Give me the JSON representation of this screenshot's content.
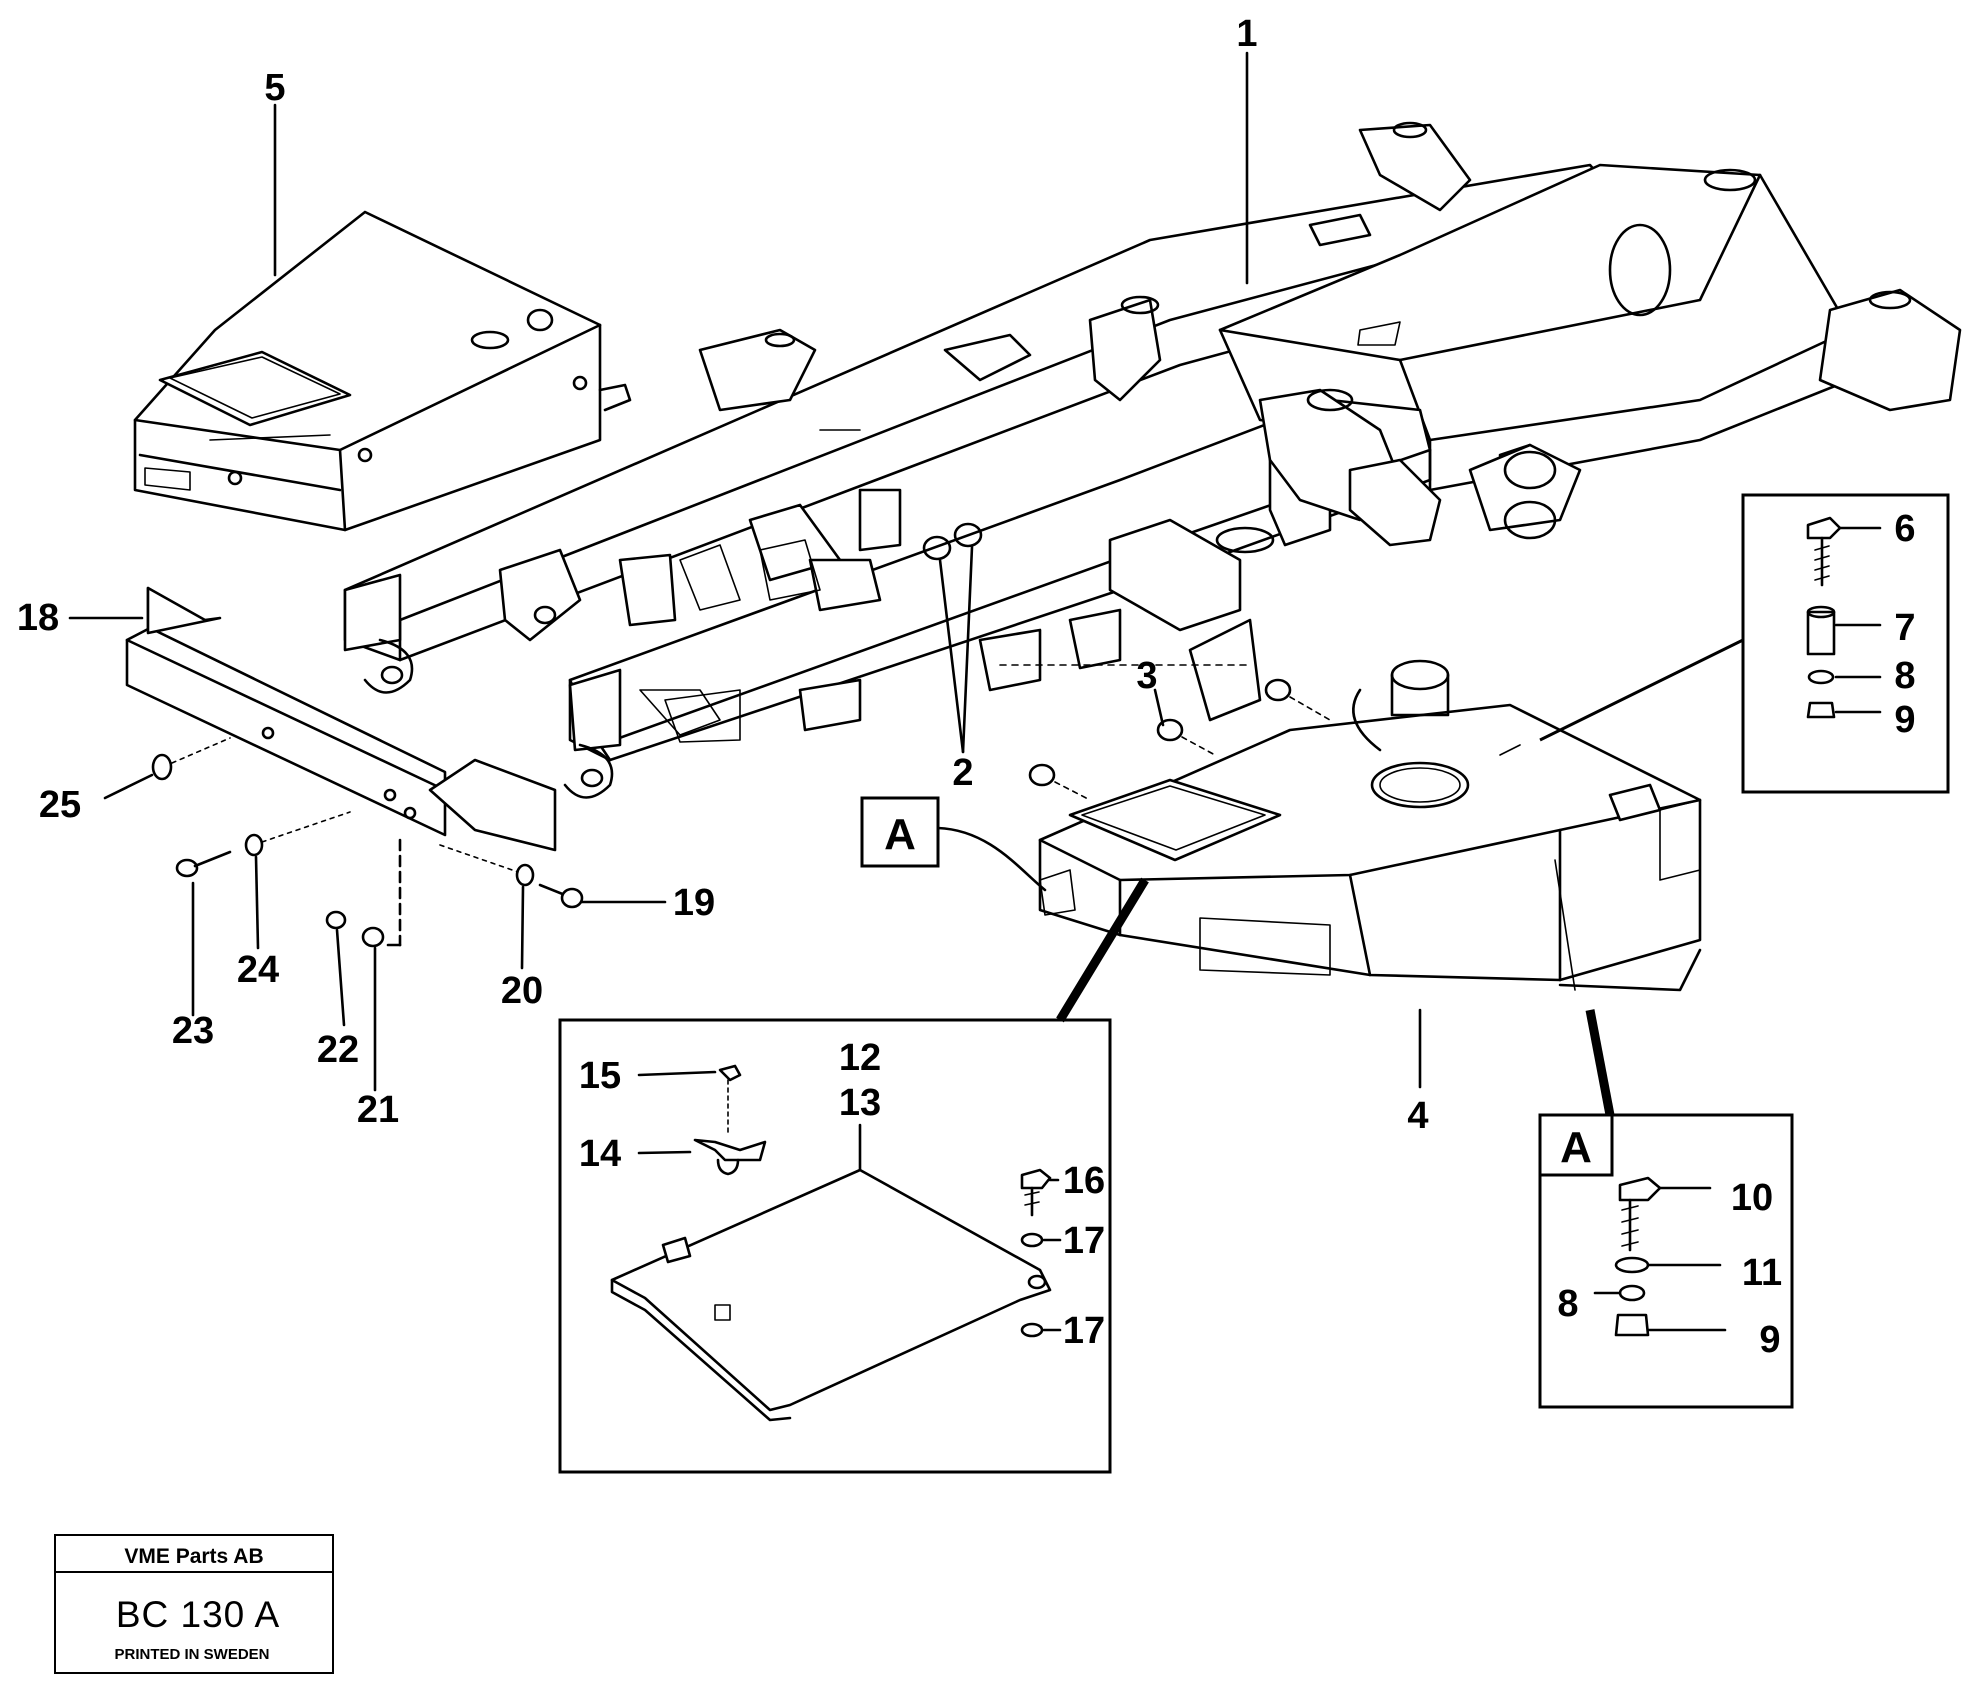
{
  "callouts": {
    "c1": "1",
    "c2": "2",
    "c3": "3",
    "c4": "4",
    "c5": "5",
    "c6": "6",
    "c7": "7",
    "c8a": "8",
    "c9a": "9",
    "c10": "10",
    "c11": "11",
    "c8b": "8",
    "c9b": "9",
    "c12": "12",
    "c13": "13",
    "c14": "14",
    "c15": "15",
    "c16": "16",
    "c17a": "17",
    "c17b": "17",
    "c18": "18",
    "c19": "19",
    "c20": "20",
    "c21": "21",
    "c22": "22",
    "c23": "23",
    "c24": "24",
    "c25": "25"
  },
  "detail_marker": "A",
  "title_block": {
    "company": "VME Parts AB",
    "drawing_number": "BC 130 A",
    "printed": "PRINTED IN SWEDEN"
  }
}
